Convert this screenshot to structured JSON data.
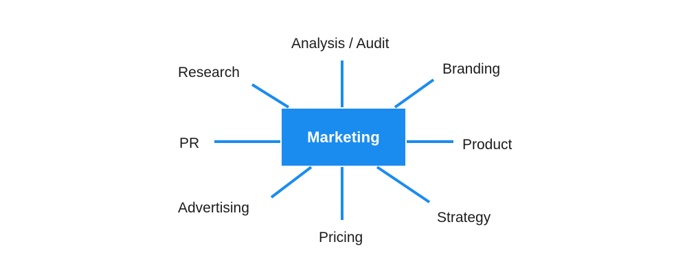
{
  "diagram": {
    "center": {
      "label": "Marketing"
    },
    "nodes": [
      {
        "id": "analysis",
        "label": "Analysis / Audit"
      },
      {
        "id": "research",
        "label": "Research"
      },
      {
        "id": "branding",
        "label": "Branding"
      },
      {
        "id": "pr",
        "label": "PR"
      },
      {
        "id": "product",
        "label": "Product"
      },
      {
        "id": "advertising",
        "label": "Advertising"
      },
      {
        "id": "pricing",
        "label": "Pricing"
      },
      {
        "id": "strategy",
        "label": "Strategy"
      }
    ],
    "colors": {
      "accent": "#1a8cf0",
      "text": "#1c1c1c",
      "center_text": "#ffffff"
    }
  }
}
